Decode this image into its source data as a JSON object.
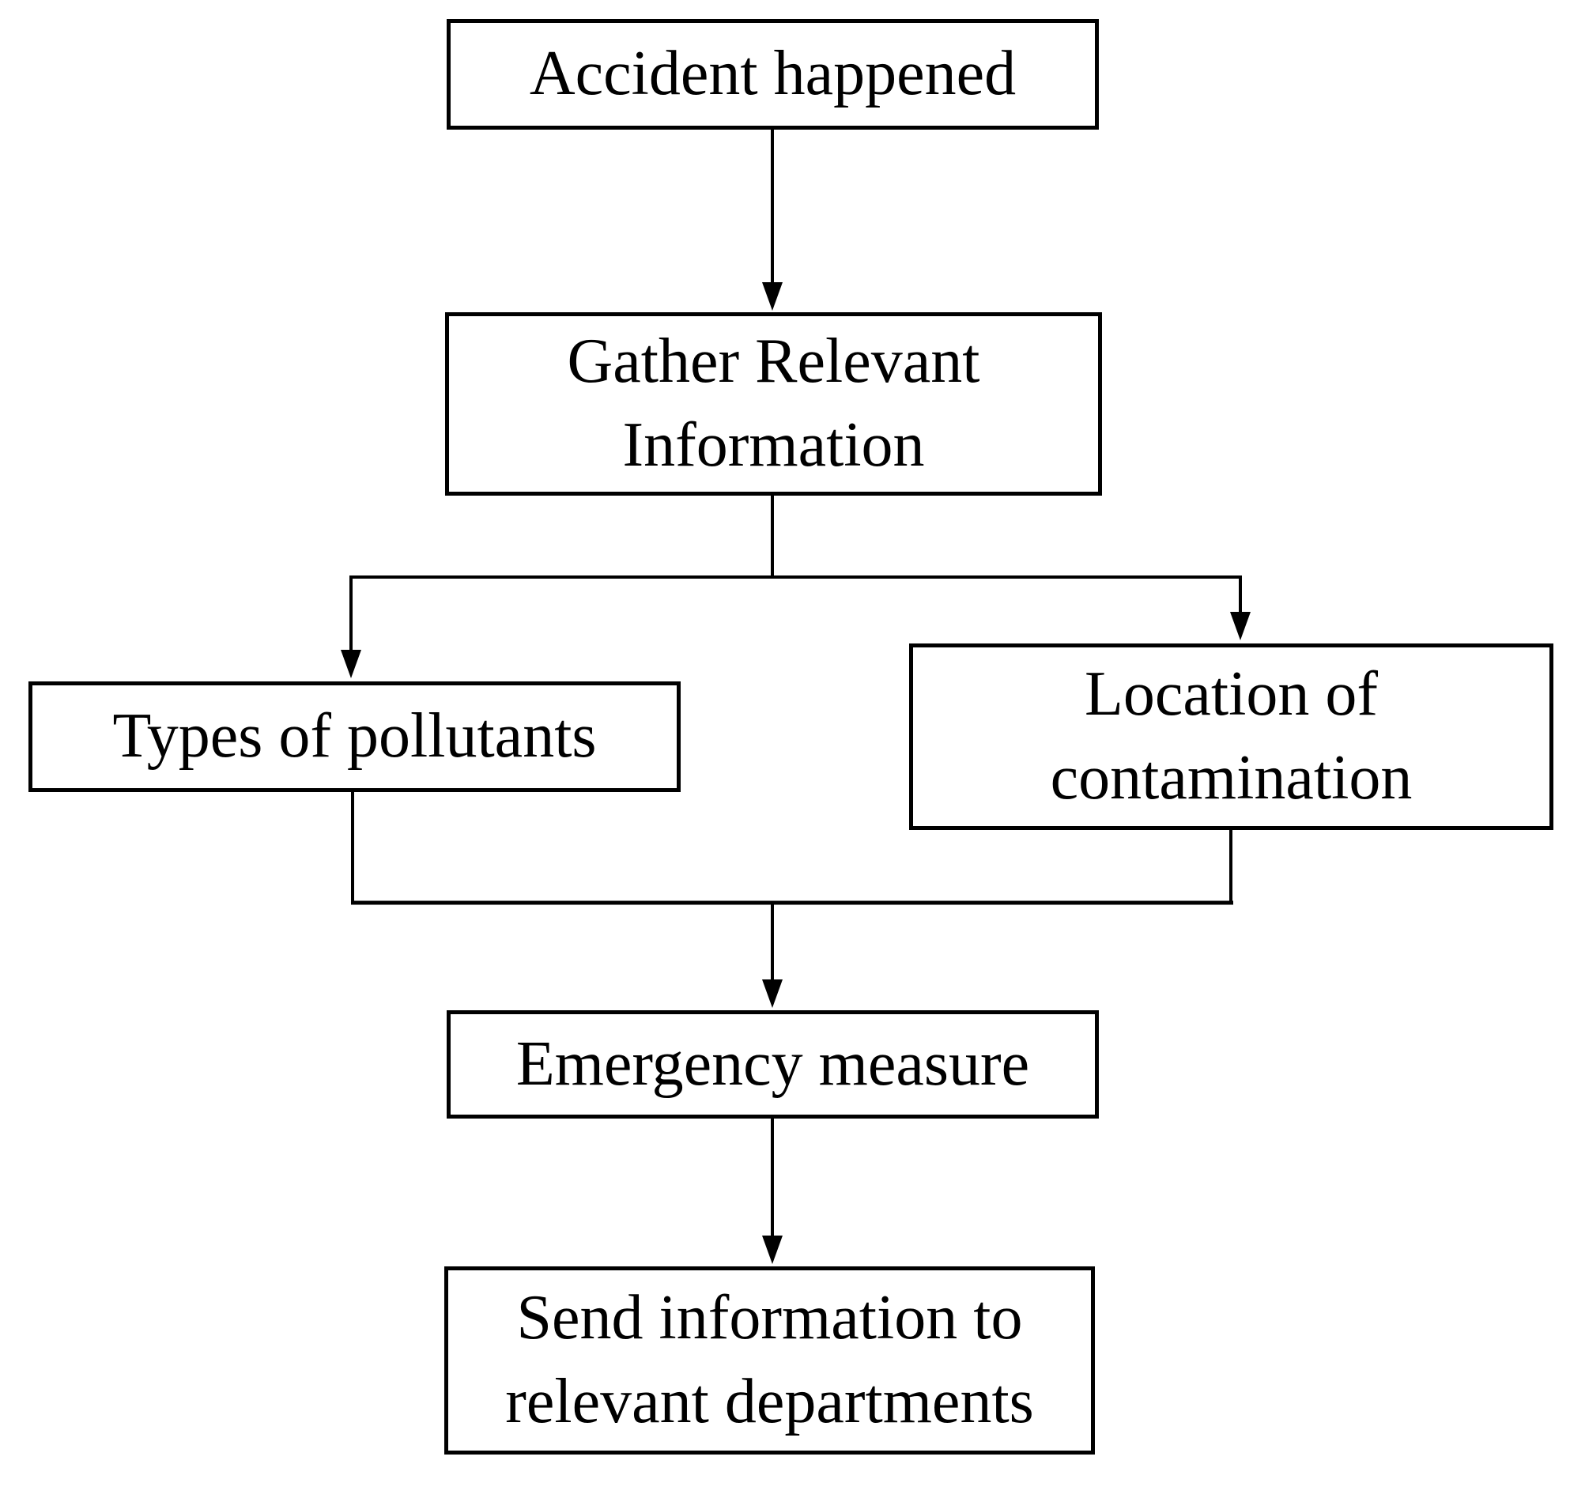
{
  "diagram": {
    "type": "flowchart",
    "background_color": "#ffffff",
    "line_color": "#000000",
    "text_color": "#000000",
    "nodes": [
      {
        "id": "accident-happened",
        "label": "Accident happened"
      },
      {
        "id": "gather-relevant-information",
        "label": "Gather Relevant Information"
      },
      {
        "id": "types-of-pollutants",
        "label": "Types of pollutants"
      },
      {
        "id": "location-of-contamination",
        "label": "Location of contamination"
      },
      {
        "id": "emergency-measure",
        "label": "Emergency measure"
      },
      {
        "id": "send-information-to-relevant-departments",
        "label": "Send information to relevant departments"
      }
    ],
    "edges": [
      {
        "from": "accident-happened",
        "to": "gather-relevant-information",
        "arrow": true
      },
      {
        "from": "gather-relevant-information",
        "to": "types-of-pollutants",
        "arrow": true
      },
      {
        "from": "gather-relevant-information",
        "to": "location-of-contamination",
        "arrow": true
      },
      {
        "from": "types-of-pollutants",
        "to": "emergency-measure",
        "arrow": true
      },
      {
        "from": "location-of-contamination",
        "to": "emergency-measure",
        "arrow": true
      },
      {
        "from": "emergency-measure",
        "to": "send-information-to-relevant-departments",
        "arrow": true
      }
    ]
  }
}
